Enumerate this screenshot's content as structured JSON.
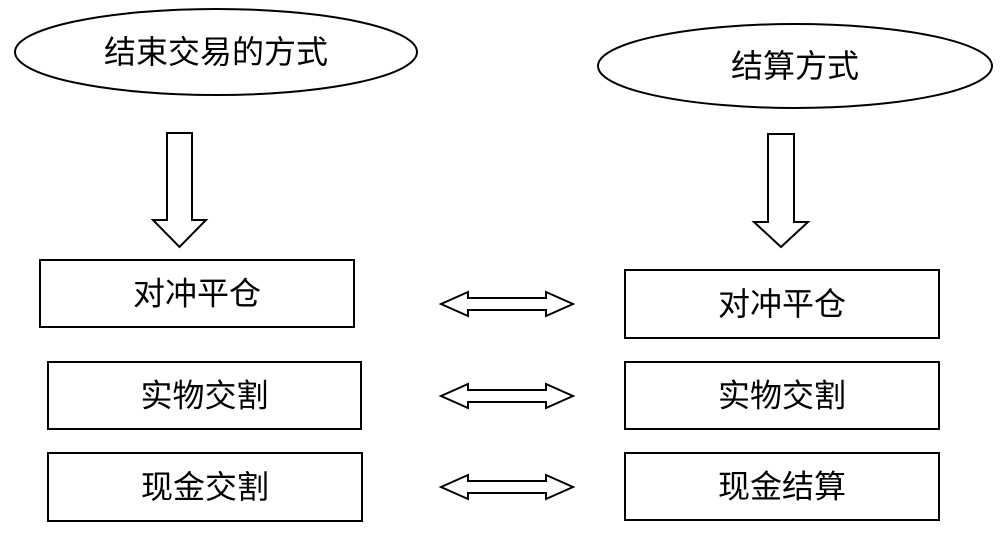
{
  "left_column": {
    "header": "结束交易的方式",
    "items": [
      "对冲平仓",
      "实物交割",
      "现金交割"
    ]
  },
  "right_column": {
    "header": "结算方式",
    "items": [
      "对冲平仓",
      "实物交割",
      "现金结算"
    ]
  }
}
